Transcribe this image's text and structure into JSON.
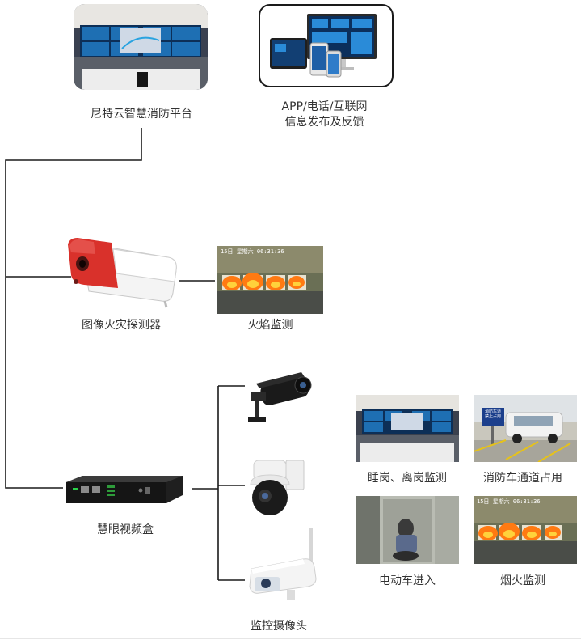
{
  "nodes": {
    "platform": {
      "label": "尼特云智慧消防平台"
    },
    "app": {
      "label_line1": "APP/电话/互联网",
      "label_line2": "信息发布及反馈"
    },
    "detector": {
      "label": "图像火灾探测器"
    },
    "flame": {
      "label": "火焰监测",
      "overlay": "15日  星期六  06:31:36"
    },
    "box": {
      "label": "慧眼视频盒"
    },
    "cameras": {
      "label": "监控摄像头"
    },
    "sleep": {
      "label": "睡岗、离岗监测"
    },
    "passage": {
      "label": "消防车通道占用",
      "sign": "消防车道 禁止占用"
    },
    "ebike": {
      "label": "电动车进入"
    },
    "smoke": {
      "label": "烟火监测",
      "overlay": "15日  星期六  06:31:36"
    }
  },
  "colors": {
    "line": "#1a1a1a",
    "detector_red": "#d9312b",
    "screen_blue": "#0b2f5c"
  }
}
